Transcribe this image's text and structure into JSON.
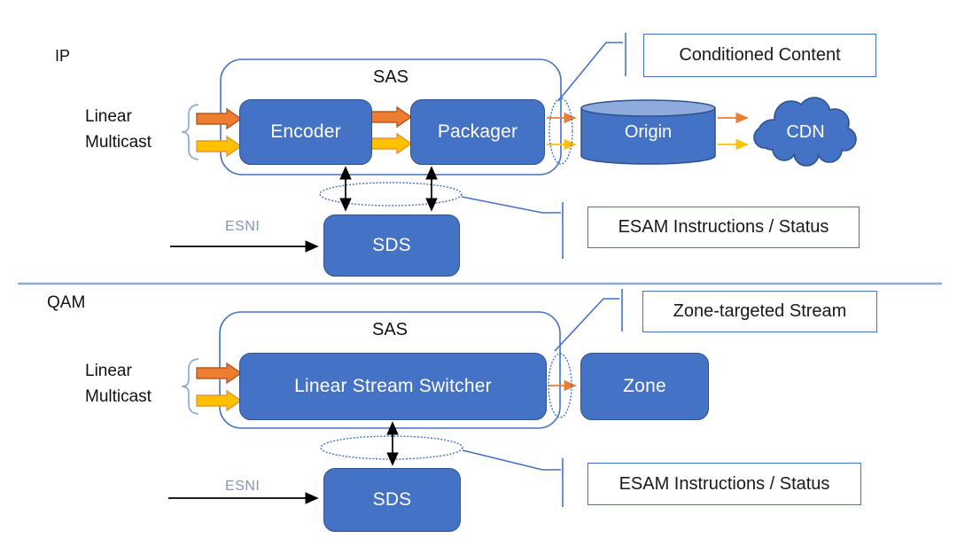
{
  "title": "SAS / ESAM linear workflow diagram (IP and QAM)",
  "colors": {
    "box_fill": "#4472C4",
    "box_border": "#2F528F",
    "outline_blue": "#4472C4",
    "light_blue": "#8EAADB",
    "cylinder_top_fill": "#8FAADC",
    "orange_arrow": "#ED7D31",
    "orange_arrow_border": "#B55A1E",
    "yellow_arrow": "#FFC000",
    "yellow_arrow_border": "#DD9B2E",
    "esni_text": "#8496B0",
    "black_arrow": "#000000"
  },
  "ip": {
    "section_label": "IP",
    "input_label": "Linear\nMulticast",
    "sas_label": "SAS",
    "encoder_label": "Encoder",
    "packager_label": "Packager",
    "origin_label": "Origin",
    "cdn_label": "CDN",
    "sds_label": "SDS",
    "esni_label": "ESNI",
    "callout_top": "Conditioned Content",
    "callout_bottom": "ESAM Instructions / Status"
  },
  "qam": {
    "section_label": "QAM",
    "input_label": "Linear\nMulticast",
    "sas_label": "SAS",
    "switcher_label": "Linear Stream Switcher",
    "zone_label": "Zone",
    "sds_label": "SDS",
    "esni_label": "ESNI",
    "callout_top": "Zone-targeted Stream",
    "callout_bottom": "ESAM Instructions / Status"
  }
}
